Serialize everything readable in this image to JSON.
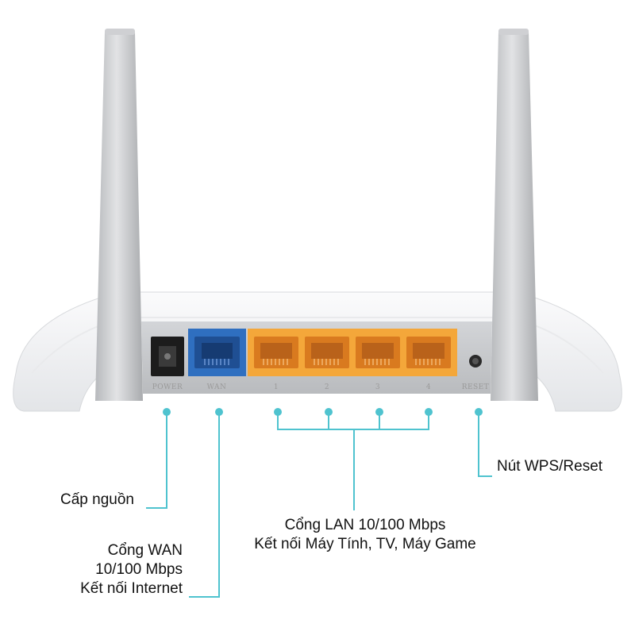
{
  "colors": {
    "leader": "#4fc3cf",
    "wan_port": "#2f6fc0",
    "lan_ports": "#f4a73a",
    "lan_jack": "#d97a1f",
    "body": "#f3f4f6",
    "rear_panel": "#c9cbce",
    "antenna": "#c8c9cc"
  },
  "rear_panel": {
    "power_label": "POWER",
    "wan_label": "WAN",
    "lan_labels": [
      "1",
      "2",
      "3",
      "4"
    ],
    "reset_label": "RESET"
  },
  "callouts": {
    "power": "Cấp nguồn",
    "wan": [
      "Cổng WAN",
      "10/100 Mbps",
      "Kết nối Internet"
    ],
    "lan": [
      "Cổng LAN 10/100 Mbps",
      "Kết nối Máy Tính, TV, Máy Game"
    ],
    "wps_reset": "Nút WPS/Reset"
  }
}
